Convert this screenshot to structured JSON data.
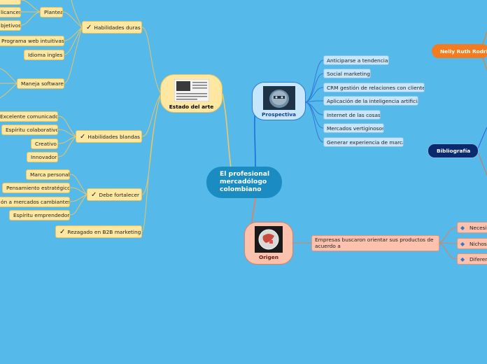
{
  "center": {
    "title": "El profesional mercadólogo colombiano"
  },
  "estado": {
    "label": "Estado del arte",
    "branches": {
      "duras": "Habilidades duras",
      "blandas": "Habilidades blandas",
      "fortalecer": "Debe fortalecer",
      "rezagado": "Rezagado en B2B marketing"
    },
    "duras_children": {
      "plantea": "Plantea",
      "aplicances": "licances",
      "objetivos": "bjetivos",
      "programa": "Programa web intuitivas",
      "idioma": "Idioma ingles",
      "software": "Maneja software"
    },
    "blandas_children": [
      "Excelente comunicador",
      "Espíritu colaborativo",
      "Creativo",
      "Innovador"
    ],
    "fortalecer_children": [
      "Marca personal",
      "Pensamiento estratégico",
      "ón a mercados cambiantes",
      "Espíritu emprendedor"
    ]
  },
  "prospectiva": {
    "label": "Prospectiva",
    "items": [
      "Anticiparse a tendencias",
      "Social marketing",
      "CRM gestión de relaciones con clientes",
      "Aplicación de la inteligencia artificial",
      "Internet de las cosas",
      "Mercados vertiginosos",
      "Generar experiencia de marca"
    ]
  },
  "origen": {
    "label": "Origen",
    "main_text": "Empresas buscaron orientar sus productos de acuerdo a",
    "items": [
      "Necesi",
      "Nichos",
      "Diferen"
    ]
  },
  "author": {
    "name": "Nelly Ruth Rodrig"
  },
  "bibliografia": {
    "label": "Bibliografía"
  },
  "colors": {
    "background": "#55b9ea",
    "center": "#1a8cc2",
    "estado": "#fde7a1",
    "prospectiva": "#c7e6fb",
    "origen": "#fcc2ad",
    "author": "#f47b1e",
    "bibliografia": "#0b2a6e"
  }
}
